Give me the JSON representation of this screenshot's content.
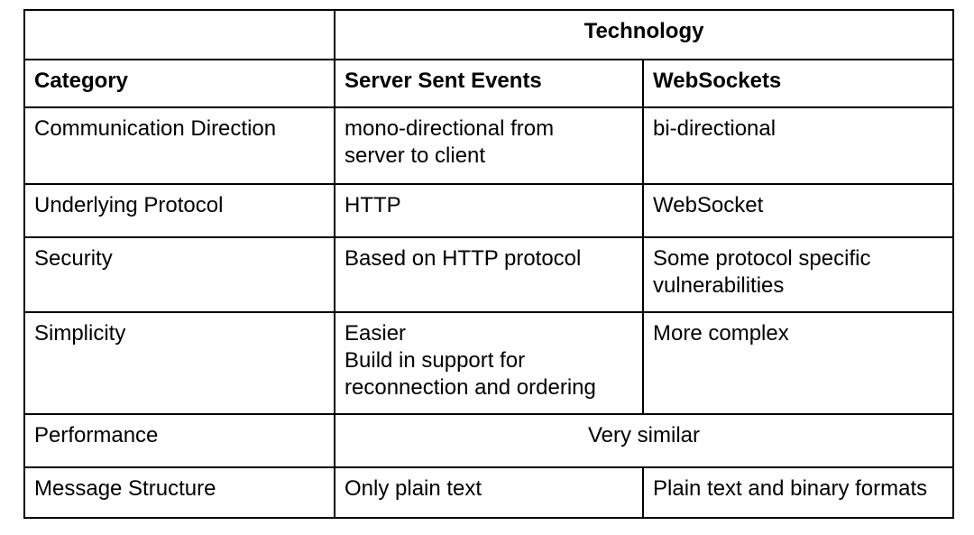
{
  "page": {
    "background_color": "#ffffff",
    "border_color": "#000000",
    "text_color": "#000000"
  },
  "table": {
    "group_header": "Technology",
    "columns": {
      "category": "Category",
      "sse": "Server Sent Events",
      "ws": "WebSockets"
    },
    "rows": [
      {
        "category": "Communication Direction",
        "sse": "mono-directional from\nserver to client",
        "ws": "bi-directional"
      },
      {
        "category": "Underlying Protocol",
        "sse": "HTTP",
        "ws": "WebSocket"
      },
      {
        "category": "Security",
        "sse": "Based on HTTP protocol",
        "ws": "Some protocol specific\nvulnerabilities"
      },
      {
        "category": "Simplicity",
        "sse": "Easier\nBuild in support for\nreconnection and ordering",
        "ws": "More complex"
      },
      {
        "category": "Performance",
        "merged": "Very similar"
      },
      {
        "category": "Message Structure",
        "sse": "Only plain text",
        "ws": "Plain text and binary formats"
      }
    ]
  }
}
